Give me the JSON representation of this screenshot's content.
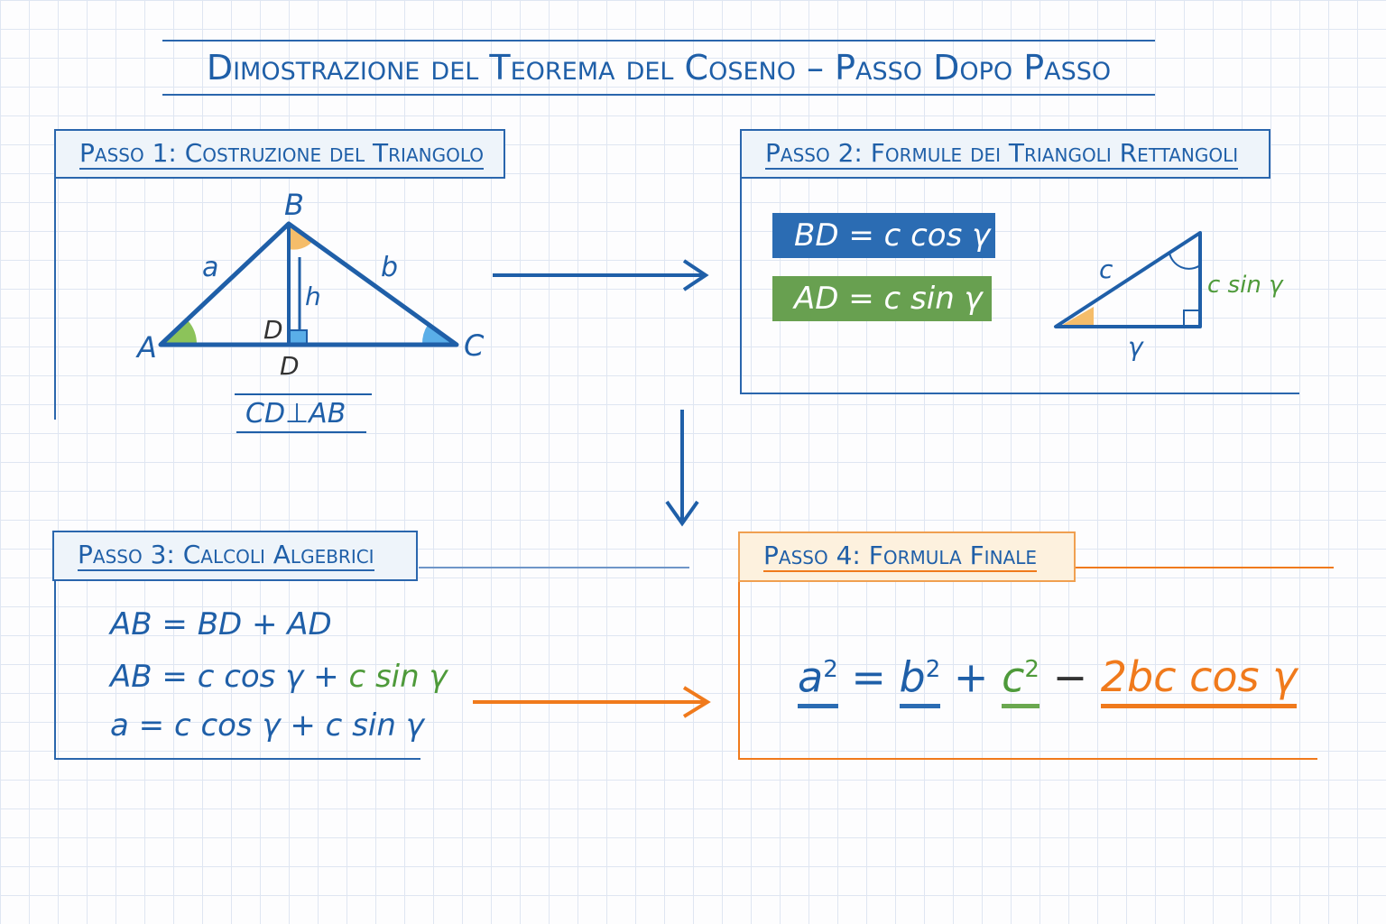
{
  "title": "Dimostrazione del Teorema del Coseno – Passo Dopo Passo",
  "step1": {
    "header": "Passo 1: Costruzione del Triangolo",
    "vertices": {
      "A": "A",
      "B": "B",
      "C": "C",
      "D_top": "D",
      "D_bottom": "D"
    },
    "sides": {
      "a": "a",
      "b": "b",
      "h": "h"
    },
    "caption": "CD⊥AB"
  },
  "step2": {
    "header": "Passo 2: Formule dei Triangoli Rettangoli",
    "bd_formula": "BD = c cos γ",
    "ad_formula": "AD = c sin γ",
    "hyp_label": "c",
    "opp_label": "c sin γ",
    "base_label": "γ"
  },
  "step3": {
    "header": "Passo 3: Calcoli Algebrici",
    "line1": "AB = BD + AD",
    "line2_a": "AB = c cos γ + ",
    "line2_b": "c sin γ",
    "line3": "a = c cos γ + c sin γ"
  },
  "step4": {
    "header": "Passo 4: Formula Finale",
    "a2": "a",
    "eq": "=",
    "b2": "b",
    "plus": "+",
    "c2": "c",
    "minus": "−",
    "term": "2bc cos γ",
    "exp": "2"
  },
  "colors": {
    "blue": "#1f5fa8",
    "green": "#6aa84f",
    "orange": "#f07a1c",
    "light_blue": "#5aaee8",
    "peach": "#f5bd6a"
  }
}
